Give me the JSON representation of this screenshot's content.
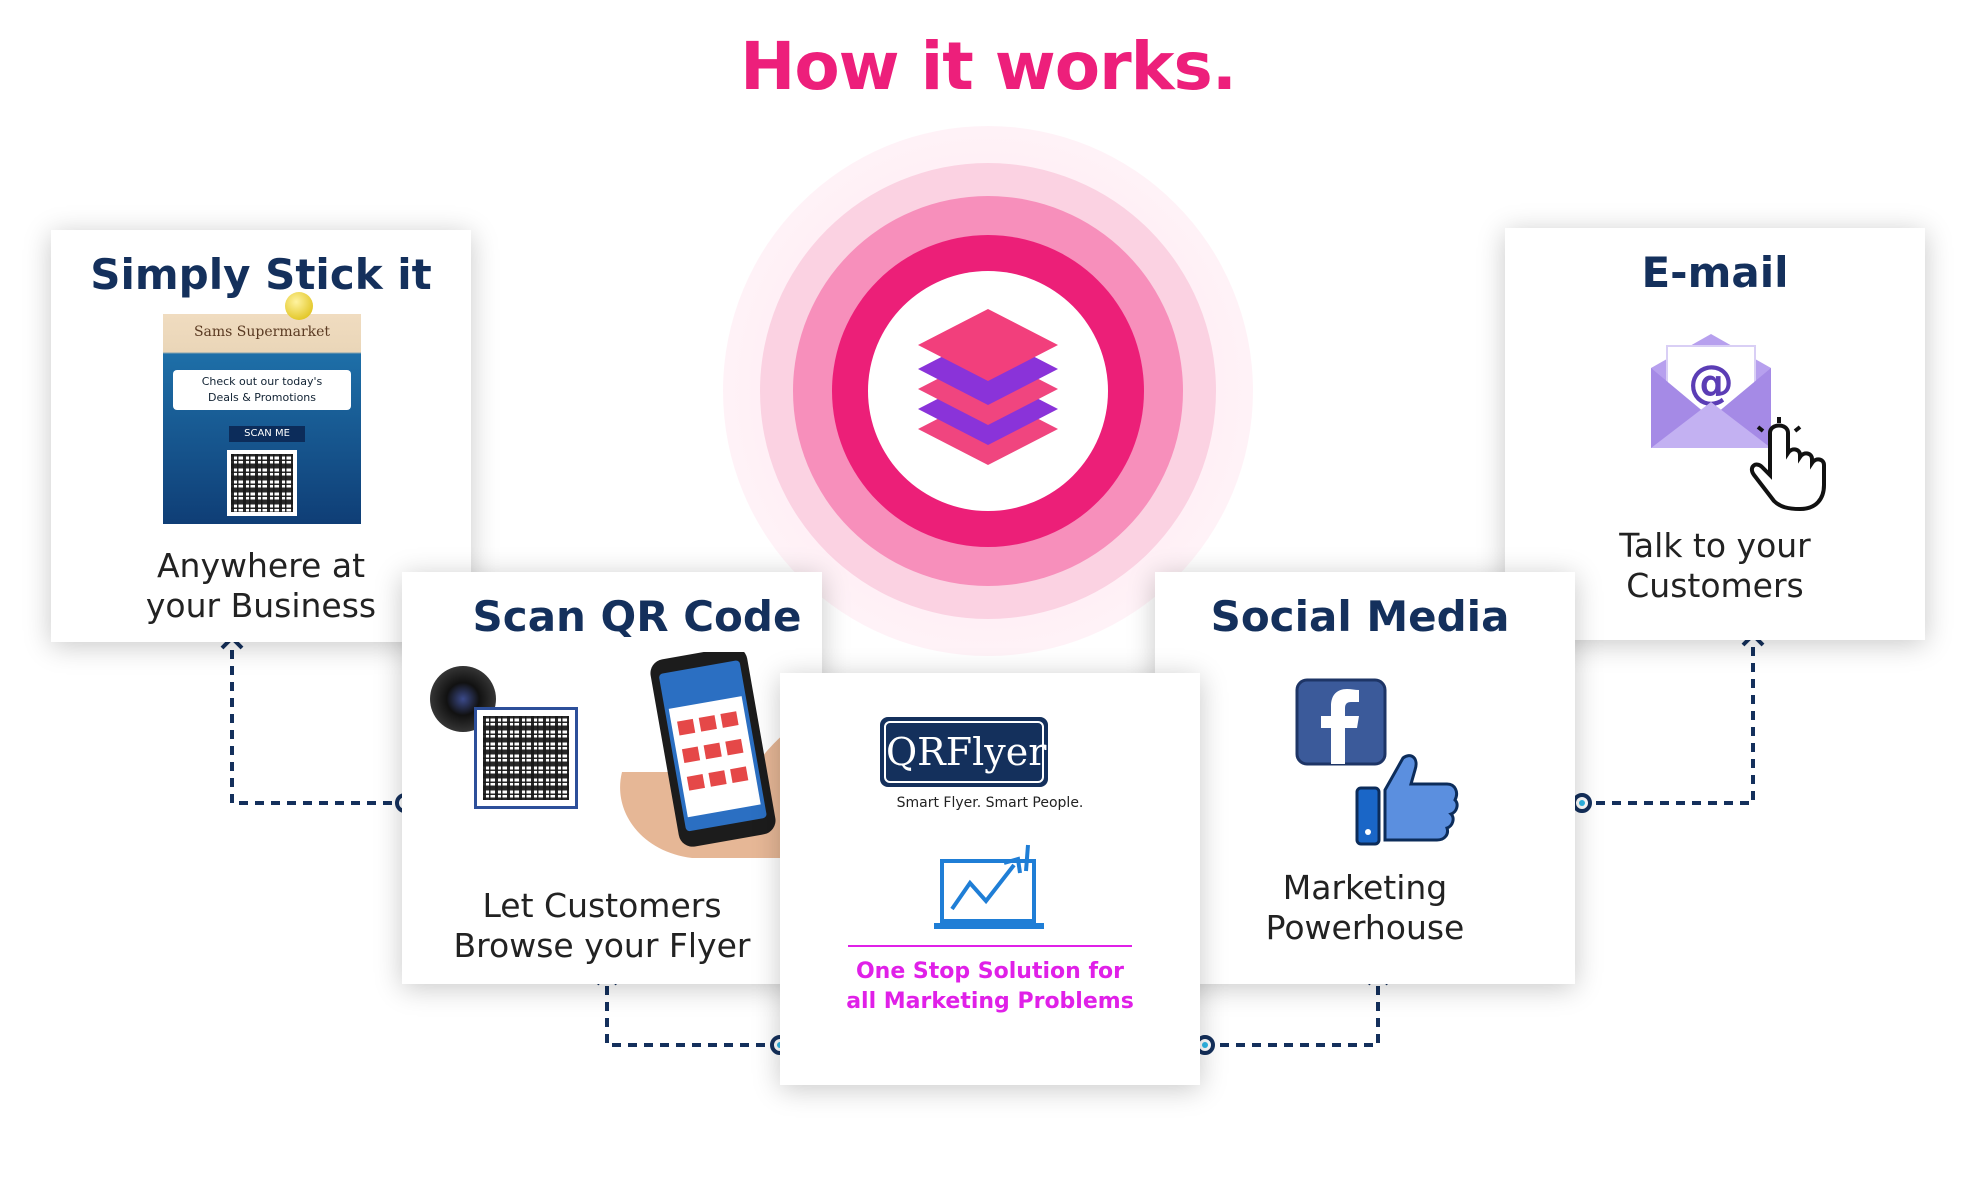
{
  "title": "How it works.",
  "colors": {
    "title": "#ed1f7b",
    "heading": "#14305c",
    "connector": "#14305c",
    "accent": "#e020e8"
  },
  "cards": {
    "stick": {
      "title": "Simply Stick it",
      "desc_line1": "Anywhere at",
      "desc_line2": "your Business",
      "poster": {
        "shop": "Sams Supermarket",
        "banner_line1": "Check out our today's",
        "banner_line2": "Deals & Promotions",
        "scan": "SCAN ME"
      }
    },
    "scan": {
      "title": "Scan QR Code",
      "desc_line1": "Let Customers",
      "desc_line2": "Browse your Flyer"
    },
    "center": {
      "logo": "QRFlyer",
      "tagline": "Smart Flyer. Smart People.",
      "slogan_line1": "One Stop Solution for",
      "slogan_line2": "all Marketing Problems"
    },
    "social": {
      "title": "Social Media",
      "desc_line1": "Marketing",
      "desc_line2": "Powerhouse"
    },
    "email": {
      "title": "E-mail",
      "desc_line1": "Talk to your",
      "desc_line2": "Customers"
    }
  },
  "icons": [
    "layers-icon",
    "pushpin-icon",
    "camera-icon",
    "qr-code-icon",
    "phone-in-hand-icon",
    "chart-laptop-icon",
    "facebook-icon",
    "thumbs-up-icon",
    "envelope-at-icon",
    "pointer-hand-icon"
  ]
}
